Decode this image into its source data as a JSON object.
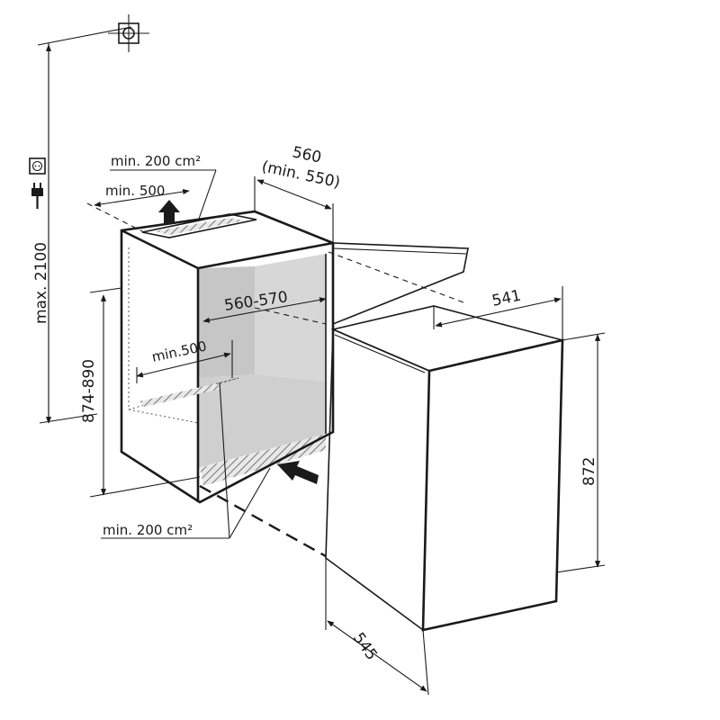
{
  "dimensions": {
    "max_height": "max. 2100",
    "niche_width": "560",
    "niche_width_min": "(min. 550)",
    "vent_top": "min. 200 cm²",
    "top_clearance": "min. 500",
    "niche_depth": "560-570",
    "niche_height": "874-890",
    "side_clearance": "min.500",
    "vent_bottom": "min. 200 cm²",
    "appliance_width": "541",
    "appliance_height": "872",
    "appliance_depth": "545"
  },
  "colors": {
    "line": "#1a1a1a",
    "shade": "#c8c8c8",
    "shade_dark": "#9a9a9a"
  },
  "icons": [
    "crosshair-target-icon",
    "power-socket-icon",
    "power-plug-icon",
    "airflow-arrow-icon"
  ]
}
